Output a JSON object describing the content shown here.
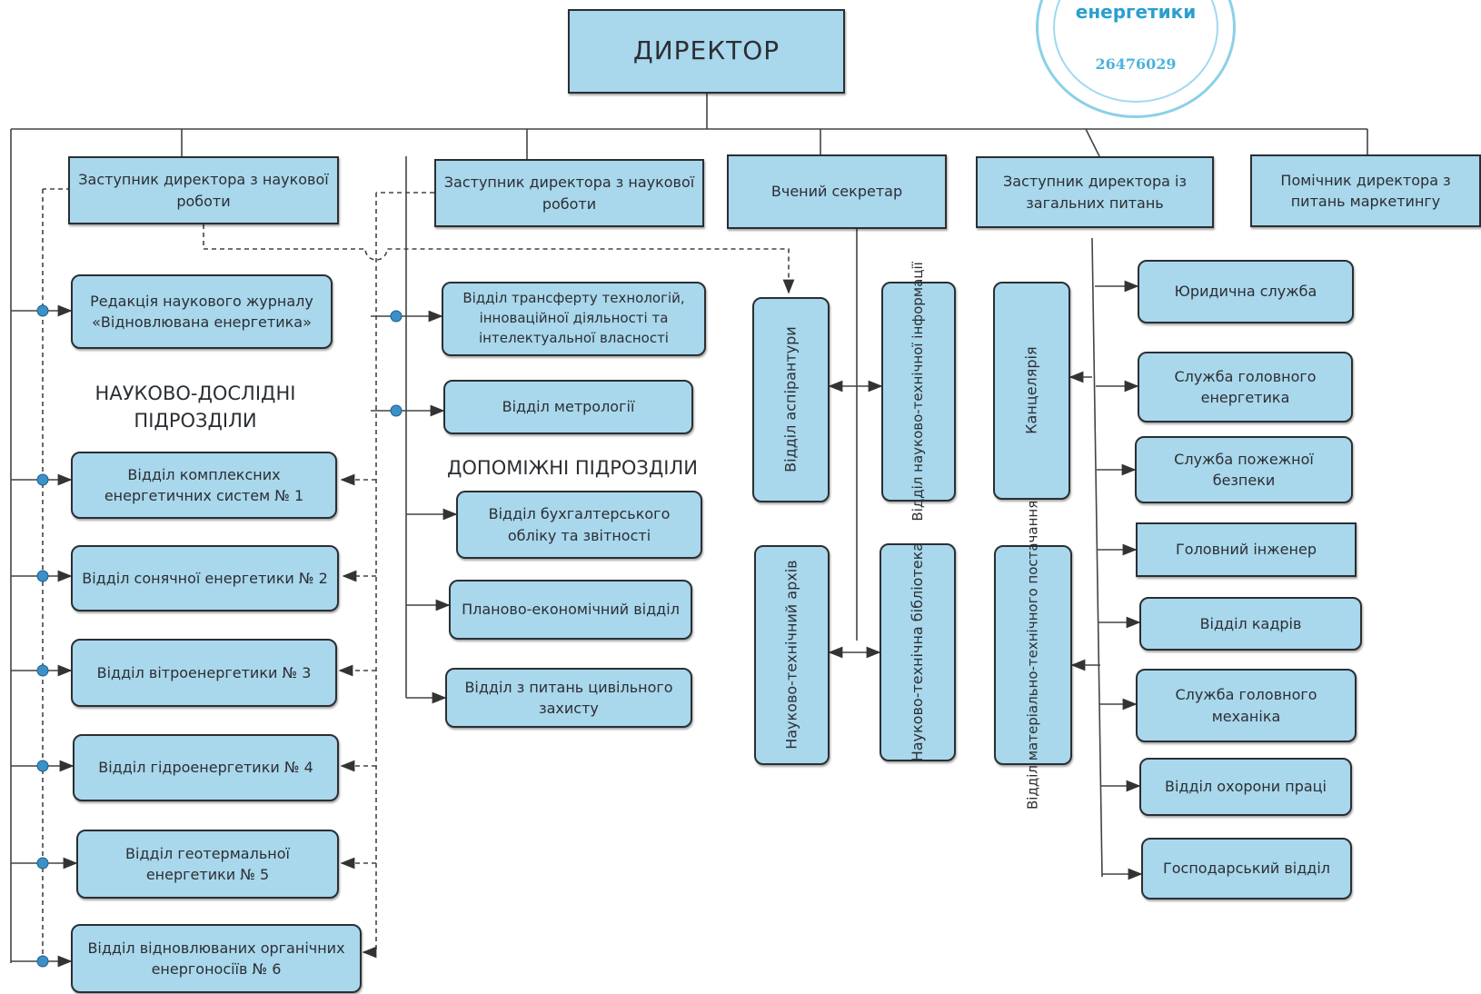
{
  "director": "ДИРЕКТОР",
  "top_row": {
    "deputy_science_1": "Заступник директора з наукової роботи",
    "deputy_science_2": "Заступник директора з наукової роботи",
    "scientific_secretary": "Вчений секретар",
    "deputy_general": "Заступник директора із загальних питань",
    "assistant_marketing": "Помічник директора з питань маркетингу"
  },
  "left_column": {
    "journal_editorial": "Редакція наукового журналу «Відновлювана енергетика»",
    "research_units_heading": "НАУКОВО-ДОСЛІДНІ ПІДРОЗДІЛИ",
    "departments": [
      "Відділ комплексних енергетичних систем № 1",
      "Відділ сонячної енергетики № 2",
      "Відділ вітроенергетики № 3",
      "Відділ гідроенергетики № 4",
      "Відділ геотермальної енергетики № 5",
      "Відділ відновлюваних органічних енергоносіїв № 6"
    ]
  },
  "second_column": {
    "tech_transfer": "Відділ трансферту технологій, інноваційної діяльності та інтелектуальної власності",
    "metrology": "Відділ метрології",
    "auxiliary_heading": "ДОПОМІЖНІ ПІДРОЗДІЛИ",
    "accounting": "Відділ бухгалтерського обліку та звітності",
    "planning_economic": "Планово-економічний відділ",
    "civil_defense": "Відділ з питань цивільного захисту"
  },
  "secretary_units": {
    "postgraduate": "Відділ аспірантури",
    "sci_tech_info": "Відділ науково-технічної інформації",
    "sci_tech_archive": "Науково-технічний архів",
    "sci_tech_library": "Науково-технічна бібліотека"
  },
  "general_units": {
    "chancellery": "Канцелярія",
    "supply": "Відділ матеріально-технічного постачання"
  },
  "services": [
    "Юридична служба",
    "Служба головного енергетика",
    "Служба пожежної безпеки",
    "Головний інженер",
    "Відділ кадрів",
    "Служба головного механіка",
    "Відділ охорони праці",
    "Господарський відділ"
  ],
  "stamp": {
    "name": "енергетики",
    "code": "26476029"
  }
}
